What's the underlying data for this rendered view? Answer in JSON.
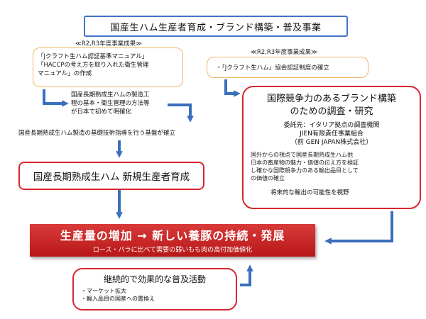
{
  "title": "国産生ハム生産者育成・ブランド構築・普及事業",
  "left_results": {
    "heading": "≪R2,R3年度事業成果≫",
    "lines": [
      "「Jクラフト生ハム認証基準マニュアル」",
      "「HACCPの考え方を取り入れた衛生管理",
      "  マニュアル」の作成"
    ]
  },
  "right_results": {
    "heading": "≪R2,R3年度事業成果≫",
    "line": "・「Jクラフト生ハム」協会認証制度の確立"
  },
  "clarified": [
    "国産長期熟成生ハムの製造工",
    "程の基本・衛生管理の方法等",
    "が日本で初めて明確化"
  ],
  "foundation": "国産長期熟成生ハム製造の基礎技術指導を行う基盤が確立",
  "new_producers": "国産長期熟成生ハム  新規生産者育成",
  "intl": {
    "heading": [
      "国際競争力のあるブランド構築",
      "のための調査・研究"
    ],
    "contractor": [
      "委託先：イタリア拠点の調査機関",
      "JIEN有限責任事業組合",
      "（前 GEN JAPAN株式会社）"
    ],
    "desc": [
      "国外からの視点で国産長期熟成生ハム他",
      "日本の畜産物の魅力・価値の伝え方を検証",
      "し確かな国際競争力のある輸出品目として",
      "の価値の確立"
    ],
    "future": "将来的な輸出の可能性を視野"
  },
  "banner": {
    "main": "生産量の増加 → 新しい養豚の持続・発展",
    "sub": "ロース・バラに比べて需要の弱いもも肉の高付加価値化"
  },
  "promotion": {
    "heading": "継続的で効果的な普及活動",
    "items": [
      "・マーケット拡大",
      "・輸入品目の国産への置換え"
    ]
  },
  "colors": {
    "arrow": "#3a6fbe",
    "red_border": "#d8262e",
    "peach_border": "#f0b46a",
    "title_border": "#3e74c9"
  }
}
